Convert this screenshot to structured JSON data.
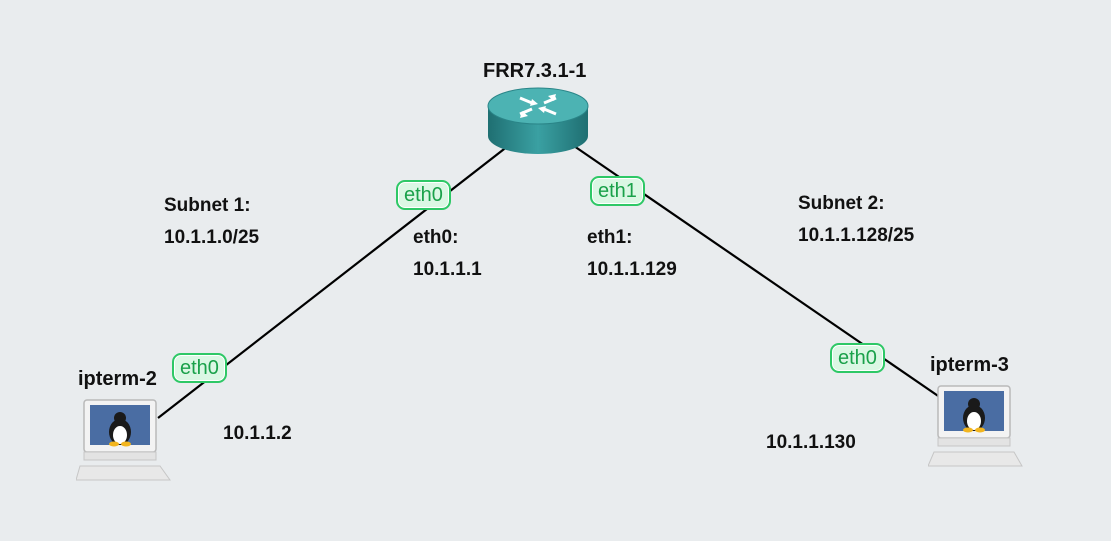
{
  "router": {
    "name": "FRR7.3.1-1",
    "icon": "router-icon",
    "color": "#2f8d8f"
  },
  "hosts": [
    {
      "name": "ipterm-2",
      "icon": "linux-terminal-icon",
      "ip": "10.1.1.2"
    },
    {
      "name": "ipterm-3",
      "icon": "linux-terminal-icon",
      "ip": "10.1.1.130"
    }
  ],
  "links": [
    {
      "from": "FRR7.3.1-1",
      "from_iface": "eth0",
      "to": "ipterm-2",
      "to_iface": "eth0"
    },
    {
      "from": "FRR7.3.1-1",
      "from_iface": "eth1",
      "to": "ipterm-3",
      "to_iface": "eth0"
    }
  ],
  "notes": {
    "subnet1": {
      "title": "Subnet 1:",
      "value": "10.1.1.0/25"
    },
    "subnet2": {
      "title": "Subnet 2:",
      "value": "10.1.1.128/25"
    },
    "eth0": {
      "title": "eth0:",
      "value": "10.1.1.1"
    },
    "eth1": {
      "title": "eth1:",
      "value": "10.1.1.129"
    }
  },
  "colors": {
    "background": "#e9ecee",
    "interface_border": "#2ec866",
    "interface_fill": "#dbf7e4",
    "interface_text": "#1aa14a",
    "link": "#000000"
  }
}
